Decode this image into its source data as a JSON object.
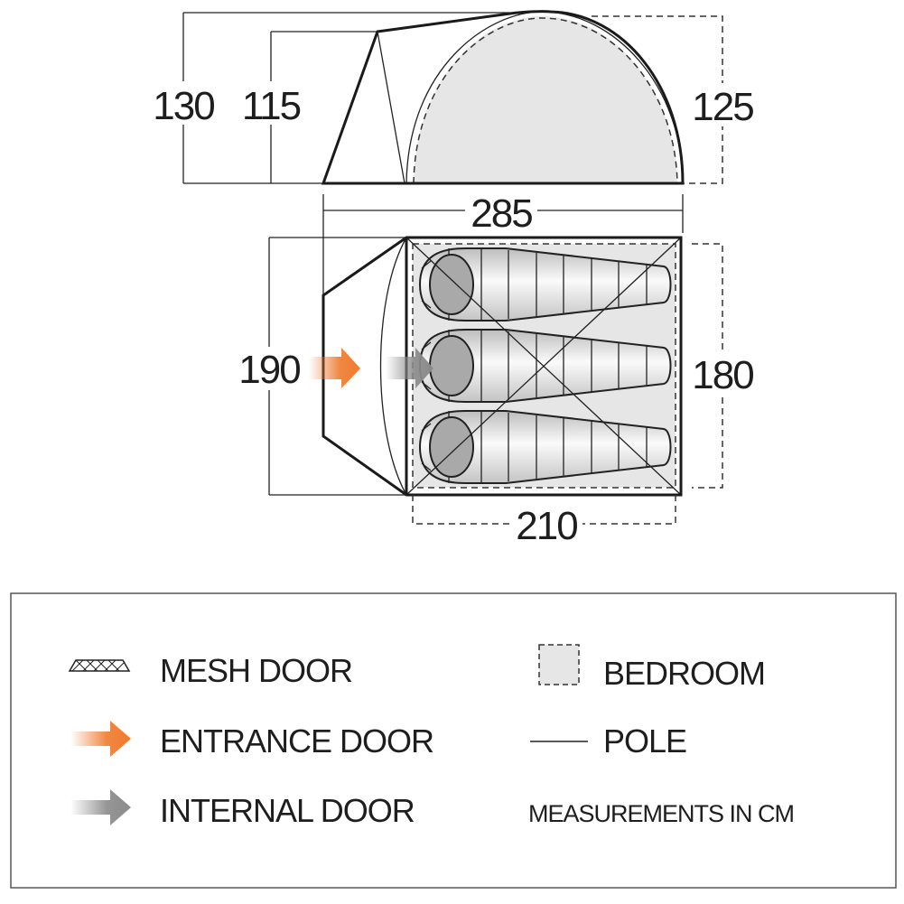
{
  "side_view": {
    "height_total": "130",
    "height_front_pole": "115",
    "height_bedroom": "125",
    "length_total": "285"
  },
  "plan_view": {
    "width_total": "190",
    "width_bedroom": "180",
    "length_bedroom": "210",
    "sleeping_bags": 3
  },
  "legend": {
    "mesh_door": "MESH DOOR",
    "entrance_door": "ENTRANCE DOOR",
    "internal_door": "INTERNAL DOOR",
    "bedroom": "BEDROOM",
    "pole": "POLE",
    "units_note": "MEASUREMENTS IN CM"
  },
  "colors": {
    "entrance_arrow": "#f07a2e",
    "internal_arrow": "#8a8a8a",
    "bedroom_fill": "#e6e6e6"
  }
}
